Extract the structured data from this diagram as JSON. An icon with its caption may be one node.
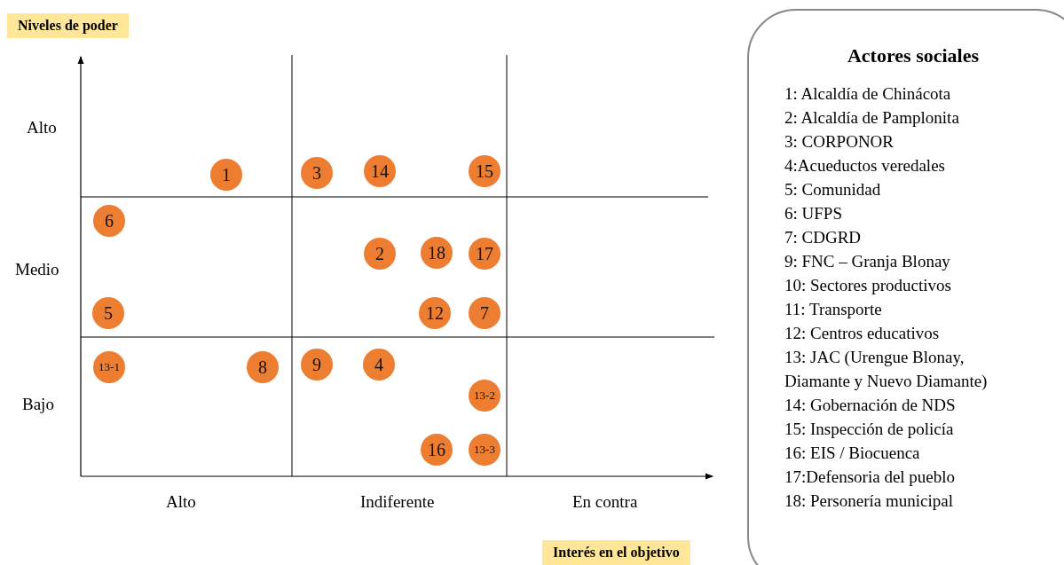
{
  "diagram": {
    "nodes": [
      {
        "text": [
          "1"
        ]
      },
      {
        "text": [
          "3"
        ]
      },
      {
        "text": [
          "14"
        ]
      },
      {
        "text": [
          "15"
        ]
      },
      {
        "text": [
          "6"
        ]
      },
      {
        "text": [
          "2"
        ]
      },
      {
        "text": [
          "18"
        ]
      },
      {
        "text": [
          "17"
        ]
      },
      {
        "text": [
          "5"
        ]
      },
      {
        "text": [
          "12"
        ]
      },
      {
        "text": [
          "7"
        ]
      },
      {
        "text": [
          "13-1"
        ]
      },
      {
        "text": [
          "8"
        ]
      },
      {
        "text": [
          "9"
        ]
      },
      {
        "text": [
          "4"
        ]
      },
      {
        "text": [
          "13-2"
        ]
      },
      {
        "text": [
          "16"
        ]
      },
      {
        "text": [
          "13-3"
        ]
      },
      {
        "text": [
          "Actores sociales",
          "1: Alcaldía de Chinácota",
          "2: Alcaldía de Pamplonita",
          "3: CORPONOR",
          "4:Acueductos veredales",
          "5: Comunidad",
          "6: UFPS",
          "7: CDGRD",
          "9: FNC – Granja Blonay",
          "10:  Sectores productivos",
          "11: Transporte",
          "12: Centros educativos",
          "13: JAC (Urengue Blonay, Diamante y Nuevo Diamante)",
          "14: Gobernación de NDS",
          "15: Inspección de policía",
          "16: EIS / Biocuenca",
          "17:Defensoria del pueblo",
          "18: Personería municipal"
        ]
      }
    ],
    "labels": [
      "Niveles de poder",
      "Alto",
      "Medio",
      "Bajo",
      "Alto",
      "Indiferente",
      "En contra",
      "Interés en el objetivo"
    ]
  }
}
